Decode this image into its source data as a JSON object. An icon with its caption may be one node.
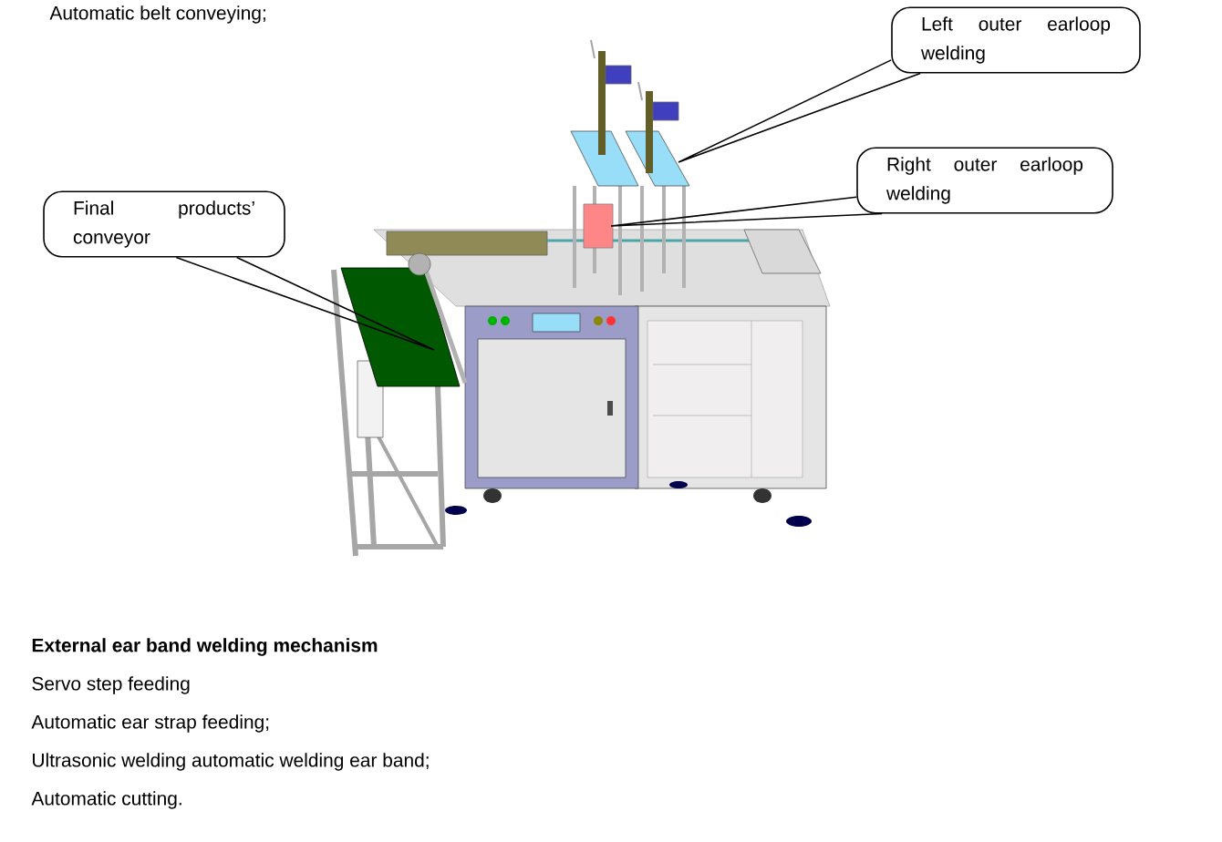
{
  "diagram": {
    "nodes": [
      {
        "text": [
          "Left outer earloop welding"
        ]
      },
      {
        "text": [
          "Right outer earloop welding"
        ]
      },
      {
        "text": [
          "Final products’ conveyor"
        ]
      }
    ],
    "edges": [
      {
        "from": 0,
        "to": null,
        "arrow": "none"
      },
      {
        "from": 1,
        "to": null,
        "arrow": "none"
      },
      {
        "from": 2,
        "to": null,
        "arrow": "none"
      }
    ],
    "labels": [
      "Automatic belt conveying;",
      "External ear band welding mechanism",
      "Servo step feeding",
      "Automatic ear strap feeding;",
      "Ultrasonic welding automatic welding ear band;",
      "Automatic cutting."
    ]
  }
}
